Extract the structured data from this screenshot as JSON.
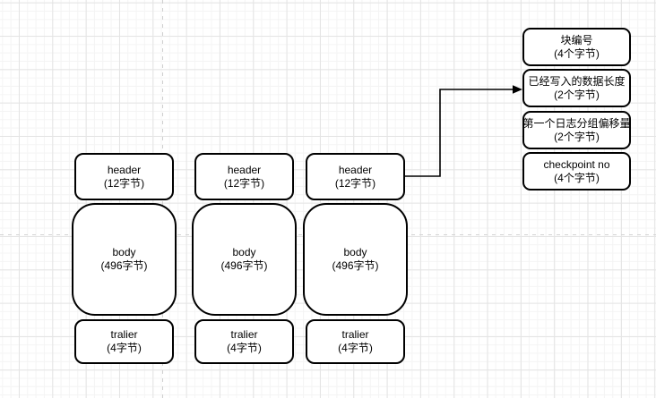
{
  "diagram": {
    "colors": {
      "stroke": "#000000",
      "shape_fill": "#ffffff",
      "background": "#ffffff",
      "grid_minor": "#f4f4f4",
      "grid_major": "#e4e4e4",
      "page_boundary": "#d0d0d0"
    },
    "records": [
      {
        "header": {
          "label": "header",
          "size": "(12字节)"
        },
        "body": {
          "label": "body",
          "size": "(496字节)"
        },
        "trailer": {
          "label": "tralier",
          "size": "(4字节)"
        }
      },
      {
        "header": {
          "label": "header",
          "size": "(12字节)"
        },
        "body": {
          "label": "body",
          "size": "(496字节)"
        },
        "trailer": {
          "label": "tralier",
          "size": "(4字节)"
        }
      },
      {
        "header": {
          "label": "header",
          "size": "(12字节)"
        },
        "body": {
          "label": "body",
          "size": "(496字节)"
        },
        "trailer": {
          "label": "tralier",
          "size": "(4字节)"
        }
      }
    ],
    "fields": [
      {
        "label": "块编号",
        "size": "(4个字节)"
      },
      {
        "label": "已经写入的数据长度",
        "size": "(2个字节)"
      },
      {
        "label": "第一个日志分组偏移量",
        "size": "(2个字节)"
      },
      {
        "label": "checkpoint no",
        "size": "(4个字节)"
      }
    ]
  }
}
